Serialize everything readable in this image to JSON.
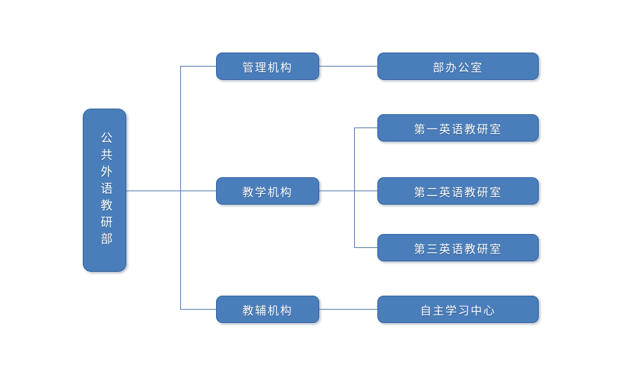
{
  "diagram": {
    "type": "organizational-chart",
    "orientation": "left-to-right",
    "colors": {
      "node_fill": "#4a7ebb",
      "node_border": "#2e5f9e",
      "node_text": "#ffffff",
      "connector": "#4a77a8",
      "background": "#ffffff"
    },
    "root": {
      "label": "公共外语教研部",
      "orientation": "vertical"
    },
    "branches": [
      {
        "label": "管理机构",
        "children": [
          {
            "label": "部办公室"
          }
        ]
      },
      {
        "label": "教学机构",
        "children": [
          {
            "label": "第一英语教研室"
          },
          {
            "label": "第二英语教研室"
          },
          {
            "label": "第三英语教研室"
          }
        ]
      },
      {
        "label": "教辅机构",
        "children": [
          {
            "label": "自主学习中心"
          }
        ]
      }
    ]
  }
}
